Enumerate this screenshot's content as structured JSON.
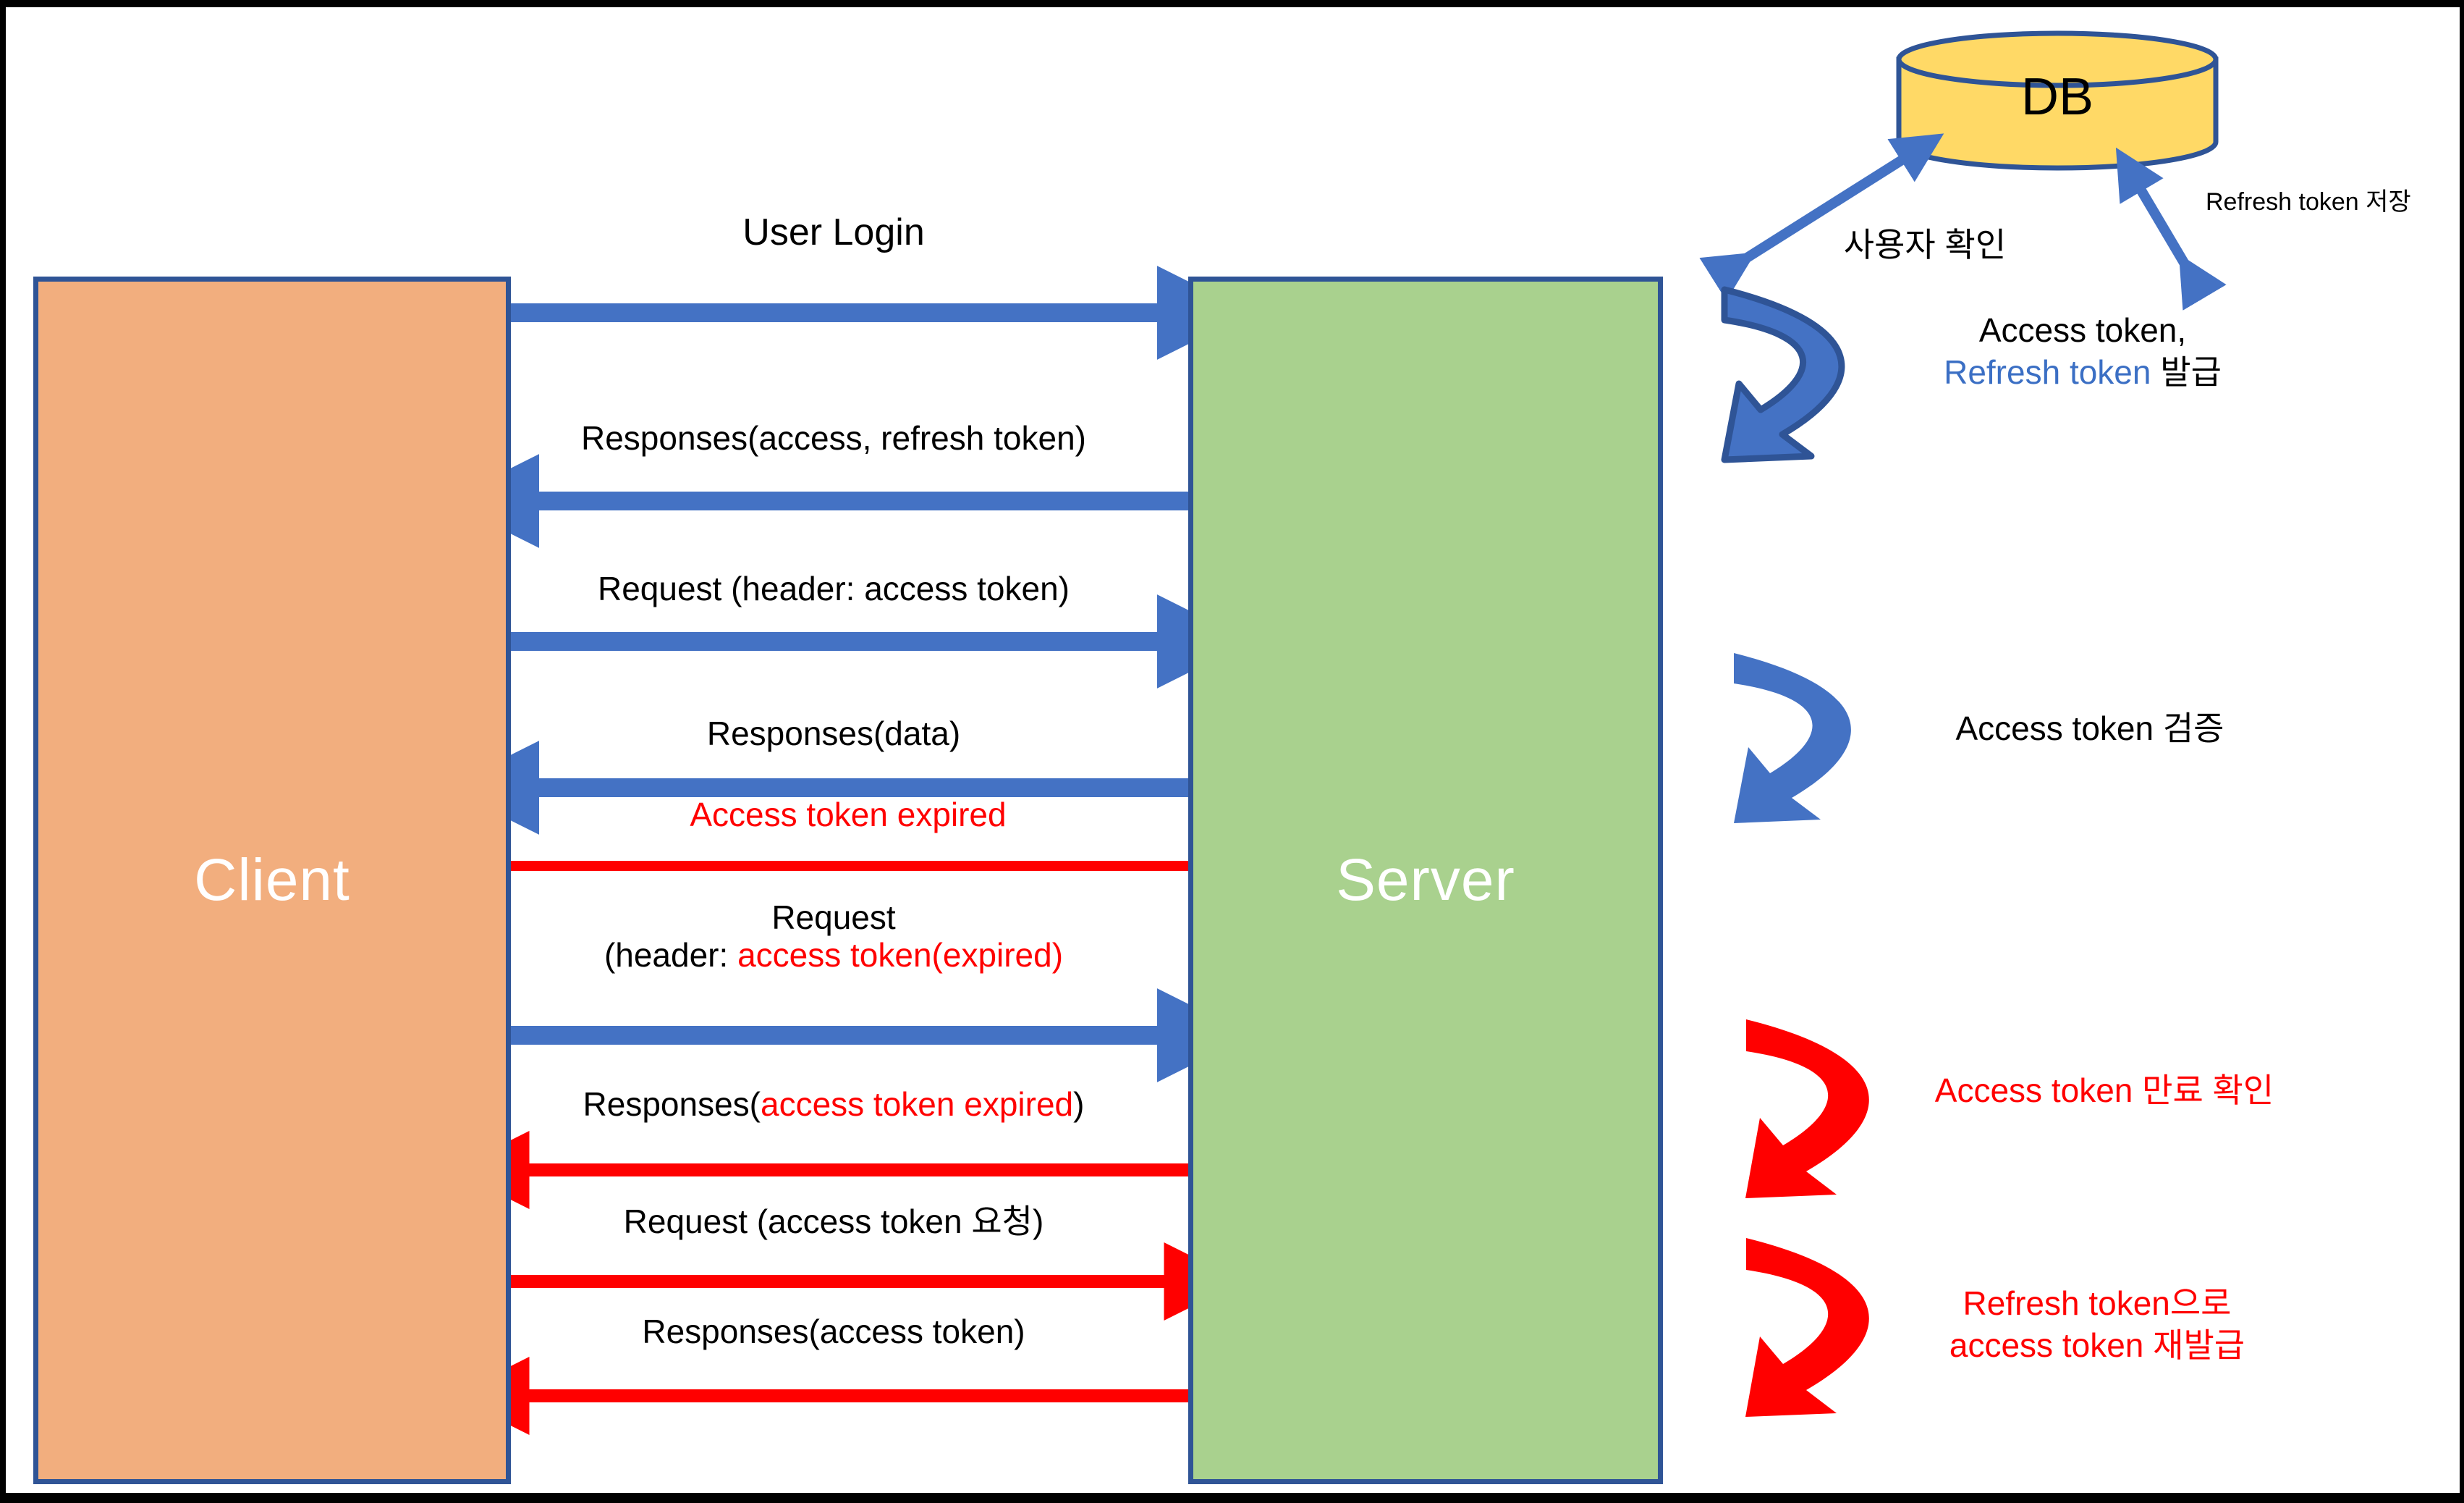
{
  "diagram": {
    "title": "JWT Access / Refresh token authentication sequence",
    "colors": {
      "client_fill": "#F2AE7E",
      "server_fill": "#A9D18E",
      "db_fill": "#FFD966",
      "box_border": "#2F5496",
      "blue_arrow": "#4472C4",
      "red_arrow": "#FF0000",
      "blue_text": "#3B6FC4"
    }
  },
  "actors": {
    "client": {
      "label": "Client"
    },
    "server": {
      "label": "Server"
    },
    "db": {
      "label": "DB"
    }
  },
  "messages": [
    {
      "id": "m1",
      "label": "User Login",
      "direction": "right",
      "color": "#4472C4"
    },
    {
      "id": "m2",
      "label": "Responses(access, refresh token)",
      "direction": "left",
      "color": "#4472C4"
    },
    {
      "id": "m3",
      "label": "Request (header: access token)",
      "direction": "right",
      "color": "#4472C4"
    },
    {
      "id": "m4",
      "label": "Responses(data)",
      "direction": "left",
      "color": "#4472C4"
    },
    {
      "id": "m5",
      "label": "Access token expired",
      "direction": "none",
      "color": "#FF0000"
    },
    {
      "id": "m6",
      "label_line1": "Request",
      "label_line2_black": "(header: ",
      "label_line2_red": "access token(expired)",
      "direction": "right",
      "color": "#4472C4"
    },
    {
      "id": "m7",
      "label_black_open": "Responses(",
      "label_red": "access token expired",
      "label_black_close": ")",
      "direction": "left",
      "color": "#FF0000"
    },
    {
      "id": "m8",
      "label": "Request (access token 요청)",
      "direction": "right",
      "color": "#FF0000"
    },
    {
      "id": "m9",
      "label": "Responses(access token)",
      "direction": "left",
      "color": "#FF0000"
    }
  ],
  "notes": {
    "db_left_arrow": "사용자 확인",
    "db_right_arrow": "Refresh token 저장",
    "issue_line1": "Access token,",
    "issue_line2_blue": "Refresh token",
    "issue_line2_black": " 발급",
    "verify": "Access token 검증",
    "expired_check": "Access token 만료 확인",
    "reissue_line1": "Refresh token으로",
    "reissue_line2": "access token 재발급"
  }
}
